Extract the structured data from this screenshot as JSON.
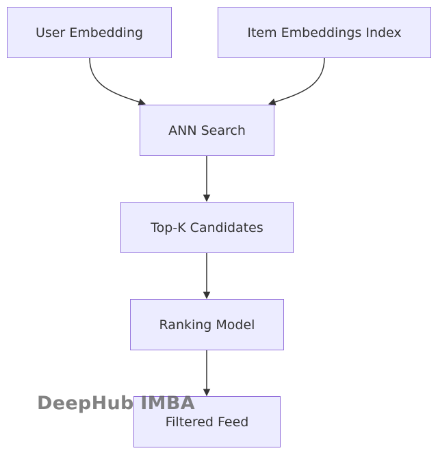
{
  "diagram": {
    "colors": {
      "node_fill": "#ECECFF",
      "node_border": "#9370DB",
      "edge": "#333333",
      "text": "#333333"
    },
    "nodes": {
      "user_embedding": "User Embedding",
      "item_embeddings_index": "Item Embeddings Index",
      "ann_search": "ANN Search",
      "top_k_candidates": "Top-K Candidates",
      "ranking_model": "Ranking Model",
      "filtered_feed": "Filtered Feed"
    },
    "edges": [
      {
        "from": "user_embedding",
        "to": "ann_search"
      },
      {
        "from": "item_embeddings_index",
        "to": "ann_search"
      },
      {
        "from": "ann_search",
        "to": "top_k_candidates"
      },
      {
        "from": "top_k_candidates",
        "to": "ranking_model"
      },
      {
        "from": "ranking_model",
        "to": "filtered_feed"
      }
    ]
  },
  "watermark": {
    "text": "DeepHub IMBA"
  }
}
